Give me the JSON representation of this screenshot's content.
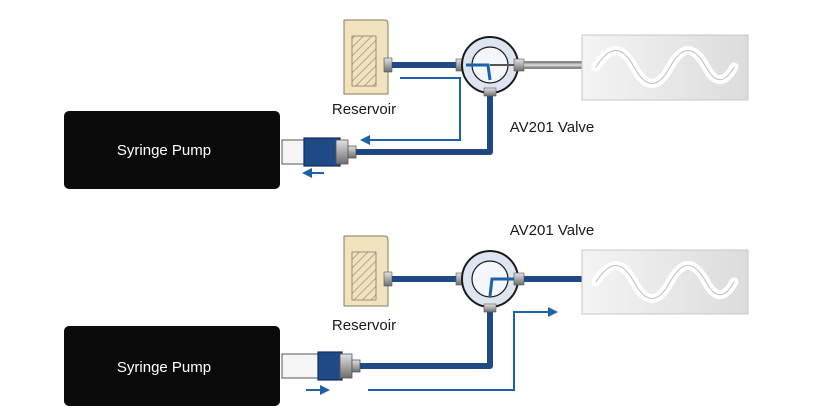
{
  "panels": [
    {
      "pump_label": "Syringe Pump",
      "reservoir_label": "Reservoir",
      "valve_label": "AV201 Valve",
      "flow": "refill-from-reservoir"
    },
    {
      "pump_label": "Syringe Pump",
      "reservoir_label": "Reservoir",
      "valve_label": "AV201 Valve",
      "flow": "dispense-to-coil"
    }
  ],
  "colors": {
    "pump_body": "#0b0b0b",
    "tubing": "#1f4a86",
    "flow_arrow": "#1d62a8",
    "reservoir": "#f1e2c0",
    "coil_box": "#e6e6e6",
    "valve_face": "#dde6f0"
  }
}
